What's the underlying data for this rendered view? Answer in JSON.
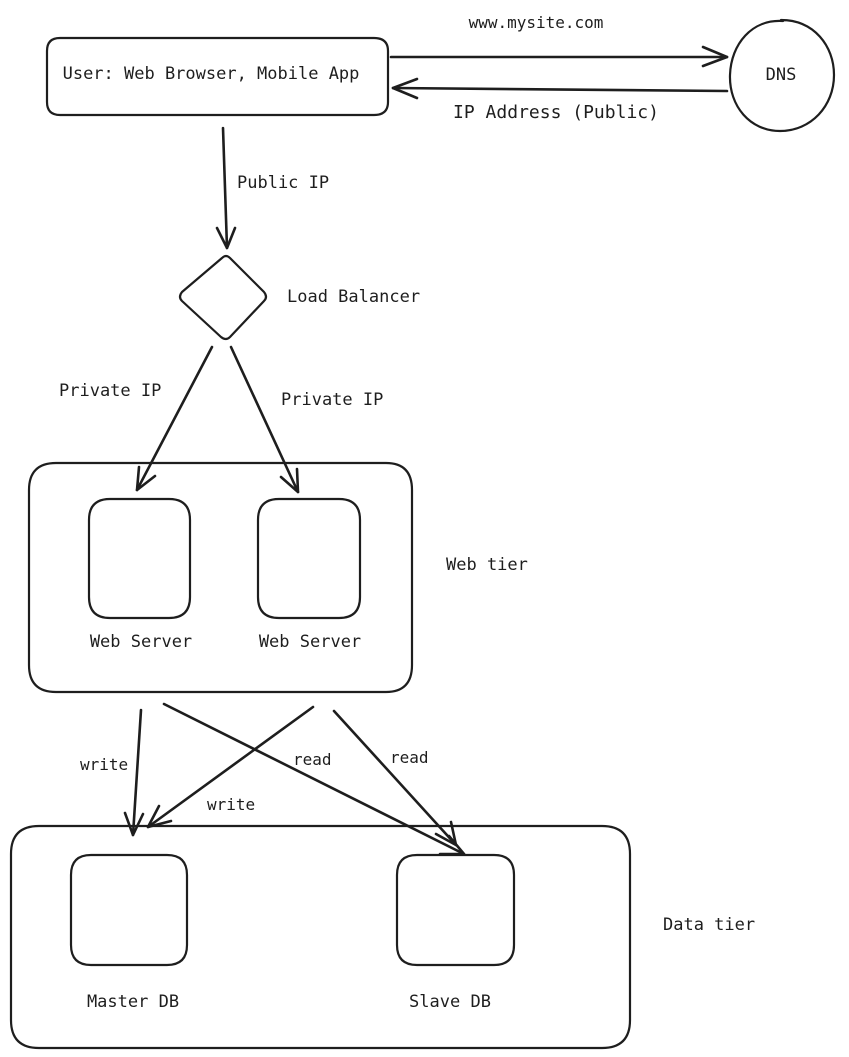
{
  "nodes": {
    "user": "User: Web Browser, Mobile App",
    "dns": "DNS",
    "load_balancer": "Load Balancer",
    "web_server_1": "Web Server",
    "web_server_2": "Web Server",
    "web_tier": "Web tier",
    "master_db": "Master DB",
    "slave_db": "Slave DB",
    "data_tier": "Data tier"
  },
  "edges": {
    "user_to_dns": "www.mysite.com",
    "dns_to_user": "IP Address (Public)",
    "user_to_lb": "Public IP",
    "lb_to_ws1": "Private IP",
    "lb_to_ws2": "Private IP",
    "ws1_write_master": "write",
    "ws1_read_slave": "read",
    "ws2_write_master": "write",
    "ws2_read_slave": "read"
  }
}
